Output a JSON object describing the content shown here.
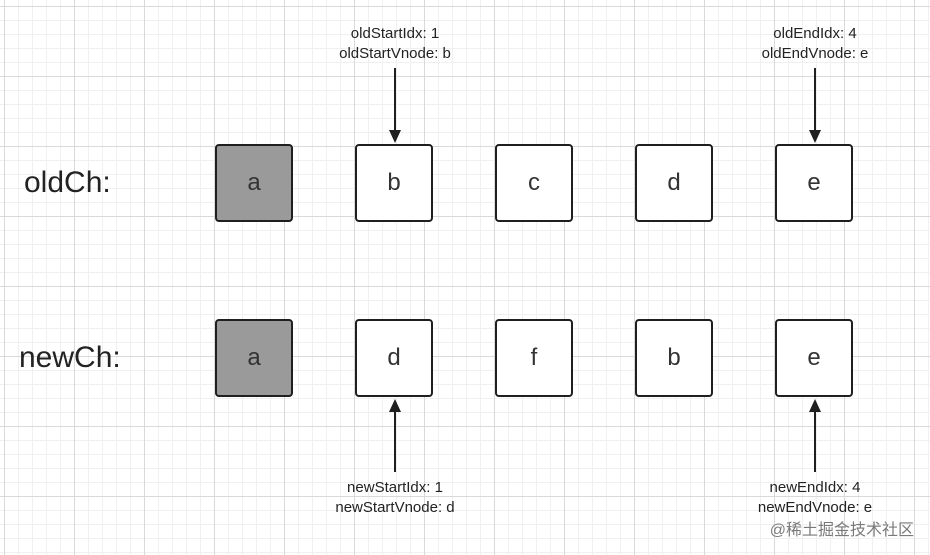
{
  "old_row": {
    "label": "oldCh:",
    "nodes": [
      {
        "text": "a",
        "state": "processed"
      },
      {
        "text": "b",
        "state": "normal"
      },
      {
        "text": "c",
        "state": "normal"
      },
      {
        "text": "d",
        "state": "normal"
      },
      {
        "text": "e",
        "state": "normal"
      }
    ]
  },
  "new_row": {
    "label": "newCh:",
    "nodes": [
      {
        "text": "a",
        "state": "processed"
      },
      {
        "text": "d",
        "state": "normal"
      },
      {
        "text": "f",
        "state": "normal"
      },
      {
        "text": "b",
        "state": "normal"
      },
      {
        "text": "e",
        "state": "normal"
      }
    ]
  },
  "pointers": {
    "old_start": {
      "idx_line": "oldStartIdx: 1",
      "vnode_line": "oldStartVnode: b"
    },
    "old_end": {
      "idx_line": "oldEndIdx: 4",
      "vnode_line": "oldEndVnode: e"
    },
    "new_start": {
      "idx_line": "newStartIdx: 1",
      "vnode_line": "newStartVnode: d"
    },
    "new_end": {
      "idx_line": "newEndIdx: 4",
      "vnode_line": "newEndVnode: e"
    }
  },
  "colors": {
    "processed_fill": "#9a9a9a",
    "node_border": "#1f1f1f",
    "arrow": "#1f1f1f"
  },
  "watermark": "@稀土掘金技术社区"
}
